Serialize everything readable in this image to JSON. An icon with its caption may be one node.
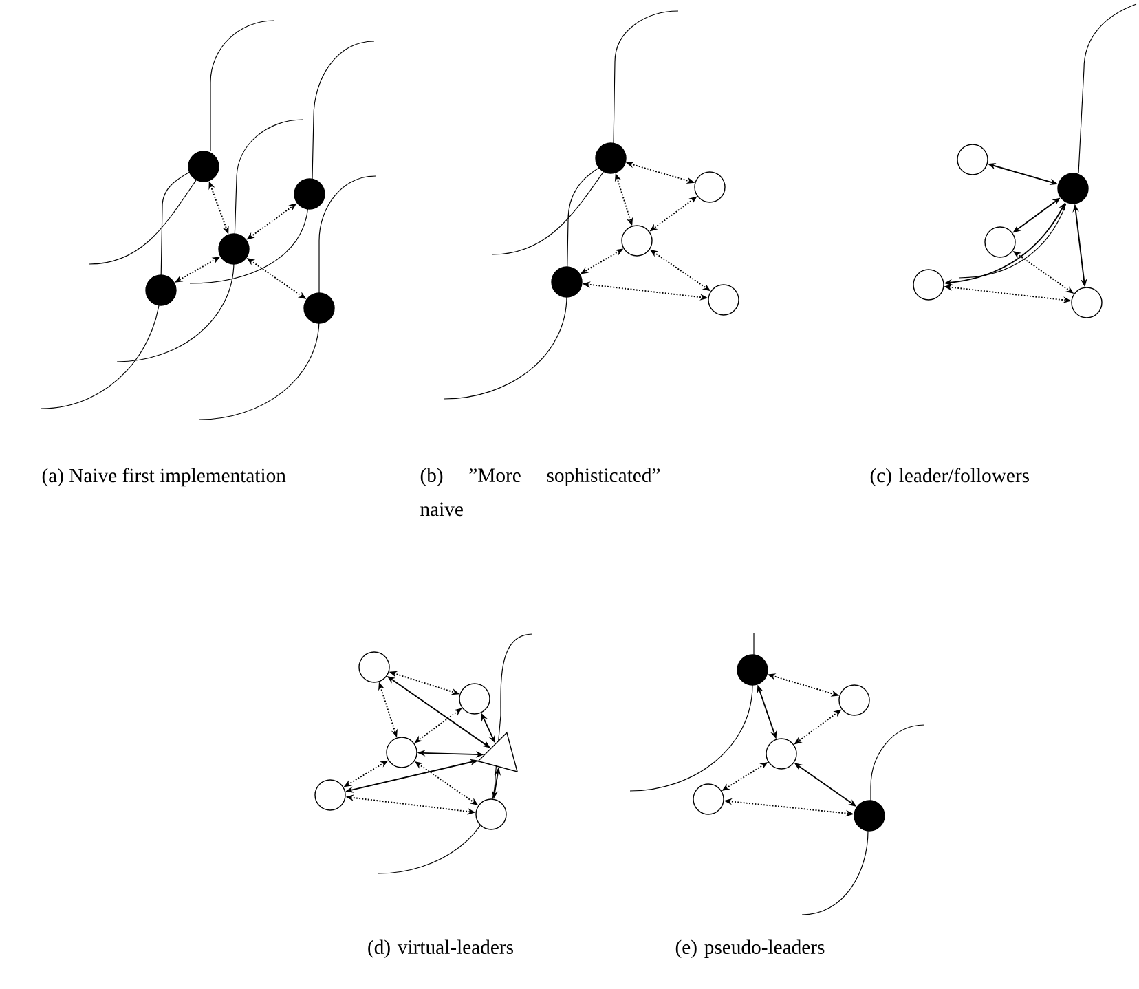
{
  "diagram": {
    "nodes": [
      {
        "text": [],
        "shape": "circle"
      },
      {
        "text": [],
        "shape": "circle"
      },
      {
        "text": [],
        "shape": "circle"
      },
      {
        "text": [],
        "shape": "circle"
      },
      {
        "text": [],
        "shape": "circle"
      },
      {
        "text": [],
        "shape": "circle"
      },
      {
        "text": [],
        "shape": "circle"
      },
      {
        "text": [],
        "shape": "circle"
      },
      {
        "text": [],
        "shape": "circle"
      },
      {
        "text": [],
        "shape": "circle"
      },
      {
        "text": [],
        "shape": "circle"
      },
      {
        "text": [],
        "shape": "circle"
      },
      {
        "text": [],
        "shape": "circle"
      },
      {
        "text": [],
        "shape": "circle"
      },
      {
        "text": [],
        "shape": "circle"
      },
      {
        "text": [],
        "shape": "circle"
      },
      {
        "text": [],
        "shape": "circle"
      },
      {
        "text": [],
        "shape": "circle"
      },
      {
        "text": [],
        "shape": "circle"
      },
      {
        "text": [],
        "shape": "circle"
      },
      {
        "text": [],
        "shape": "triangle"
      },
      {
        "text": [],
        "shape": "circle"
      },
      {
        "text": [],
        "shape": "circle"
      },
      {
        "text": [],
        "shape": "circle"
      },
      {
        "text": [],
        "shape": "circle"
      },
      {
        "text": [],
        "shape": "circle"
      }
    ],
    "edges": [
      {
        "from": 0,
        "to": 1,
        "arrow": "both",
        "style": "dashed"
      },
      {
        "from": 1,
        "to": 2,
        "arrow": "both",
        "style": "dashed"
      },
      {
        "from": 1,
        "to": 3,
        "arrow": "both",
        "style": "dashed"
      },
      {
        "from": 1,
        "to": 4,
        "arrow": "both",
        "style": "dashed"
      },
      {
        "from": 5,
        "to": 6,
        "arrow": "both",
        "style": "dashed"
      },
      {
        "from": 5,
        "to": 7,
        "arrow": "both",
        "style": "dashed"
      },
      {
        "from": 6,
        "to": 7,
        "arrow": "both",
        "style": "dashed"
      },
      {
        "from": 7,
        "to": 8,
        "arrow": "both",
        "style": "dashed"
      },
      {
        "from": 7,
        "to": 9,
        "arrow": "both",
        "style": "dashed"
      },
      {
        "from": 8,
        "to": 9,
        "arrow": "both",
        "style": "dashed"
      },
      {
        "from": 10,
        "to": 11,
        "arrow": "both"
      },
      {
        "from": 11,
        "to": 12,
        "arrow": "both"
      },
      {
        "from": 11,
        "to": 13,
        "arrow": "both"
      },
      {
        "from": 11,
        "to": 14,
        "arrow": "both"
      },
      {
        "from": 12,
        "to": 14,
        "arrow": "both",
        "style": "dashed"
      },
      {
        "from": 13,
        "to": 14,
        "arrow": "both",
        "style": "dashed"
      },
      {
        "from": 15,
        "to": 16,
        "arrow": "both",
        "style": "dashed"
      },
      {
        "from": 15,
        "to": 17,
        "arrow": "both",
        "style": "dashed"
      },
      {
        "from": 16,
        "to": 17,
        "arrow": "both",
        "style": "dashed"
      },
      {
        "from": 17,
        "to": 18,
        "arrow": "both",
        "style": "dashed"
      },
      {
        "from": 18,
        "to": 19,
        "arrow": "both",
        "style": "dashed"
      },
      {
        "from": 17,
        "to": 19,
        "arrow": "both",
        "style": "dashed"
      },
      {
        "from": 20,
        "to": 15,
        "arrow": "both"
      },
      {
        "from": 20,
        "to": 16,
        "arrow": "both"
      },
      {
        "from": 20,
        "to": 17,
        "arrow": "both"
      },
      {
        "from": 20,
        "to": 18,
        "arrow": "both"
      },
      {
        "from": 20,
        "to": 19,
        "arrow": "both"
      },
      {
        "from": 21,
        "to": 22,
        "arrow": "both",
        "style": "dashed"
      },
      {
        "from": 21,
        "to": 23,
        "arrow": "both"
      },
      {
        "from": 22,
        "to": 23,
        "arrow": "both",
        "style": "dashed"
      },
      {
        "from": 23,
        "to": 24,
        "arrow": "both",
        "style": "dashed"
      },
      {
        "from": 23,
        "to": 25,
        "arrow": "both"
      },
      {
        "from": 24,
        "to": 25,
        "arrow": "both",
        "style": "dashed"
      }
    ],
    "labels": [
      "(a) Naive first implementation",
      "(b) ”More sophisticated” naive",
      "(c) leader/followers",
      "(d) virtual-leaders",
      "(e) pseudo-leaders"
    ]
  }
}
